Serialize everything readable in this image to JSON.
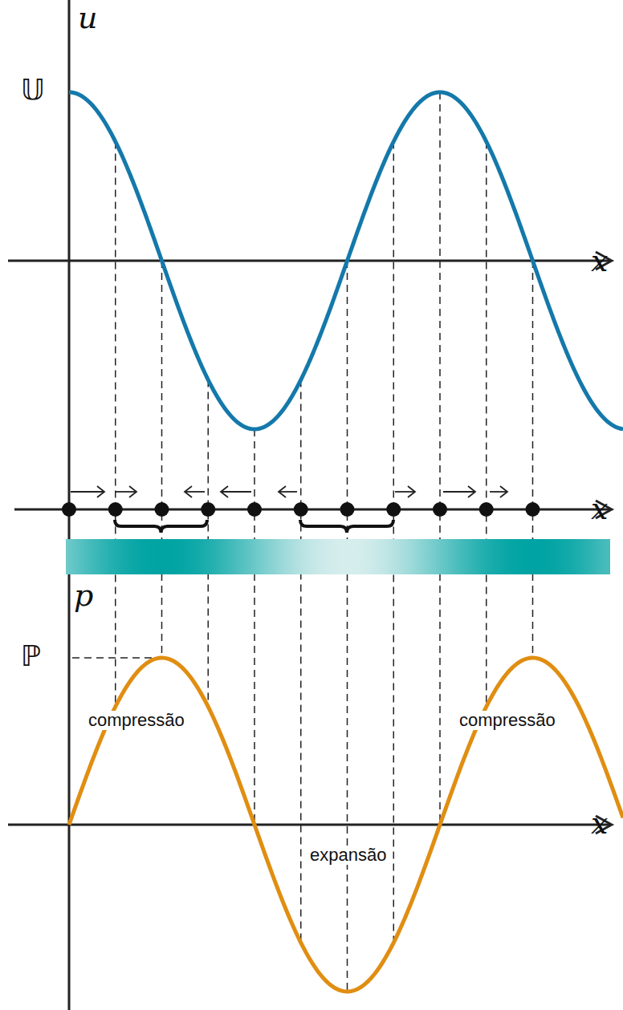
{
  "diagram": {
    "labels": [
      "u",
      "𝕌",
      "x",
      "x",
      "p",
      "ℙ",
      "compressão",
      "expansão",
      "compressão",
      "x"
    ]
  }
}
